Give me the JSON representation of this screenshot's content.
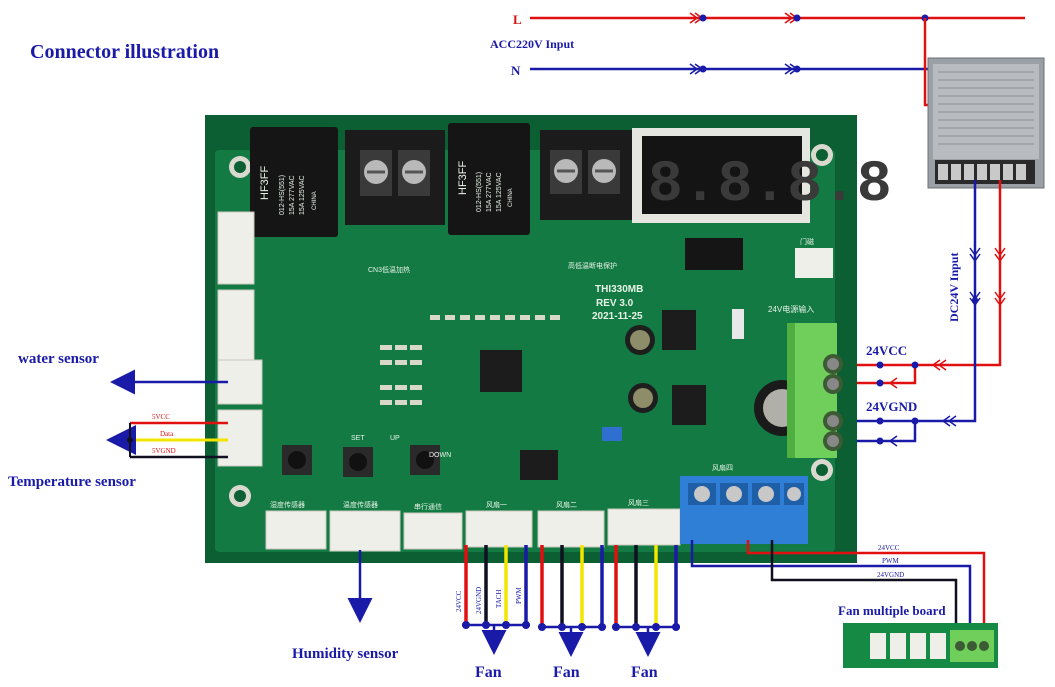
{
  "title": "Connector  illustration",
  "power_input": {
    "line_label": "L",
    "neutral_label": "N",
    "label": "ACC220V Input"
  },
  "dc_input_label": "DC24V Input",
  "terminal_labels": {
    "vcc": "24VCC",
    "gnd": "24VGND"
  },
  "sensors": {
    "water": "water sensor",
    "temperature": "Temperature sensor",
    "humidity": "Humidity sensor"
  },
  "temp_wires": {
    "vcc": "5VCC",
    "data": "Data",
    "gnd": "5VGND"
  },
  "fan_wires": {
    "vcc": "24VCC",
    "gnd": "24VGND",
    "tach": "TACH",
    "pwm": "PWM"
  },
  "fan_labels": [
    "Fan",
    "Fan",
    "Fan"
  ],
  "fan_board": {
    "label": "Fan multiple board",
    "wire_vcc": "24VCC",
    "wire_pwm": "PWM",
    "wire_gnd": "24VGND"
  },
  "pcb": {
    "model": "THI330MB",
    "rev": "REV 3.0",
    "date": "2021-11-25",
    "display": "8.8.8.8",
    "relay_brand": "HF3FF",
    "relay_spec_1": "012-HS(551)",
    "relay_spec_2": "15A 277VAC",
    "relay_spec_3": "15A 125VAC",
    "relay_country": "CHINA",
    "power_in_label": "24V电源输入",
    "heat_label": "CN3低温加热",
    "protect_label": "高低温断电保护",
    "door_label": "门磁",
    "fan_label": "风扇四",
    "btn_set": "SET",
    "btn_up": "UP",
    "btn_down": "DOWN",
    "conn_labels": [
      "湿度传感器",
      "温度传感器",
      "串行通信",
      "风扇一",
      "风扇二",
      "风扇三"
    ]
  },
  "colors": {
    "red": "#e01010",
    "blue": "#1a1aa8",
    "yellow": "#f2e600",
    "black": "#101020",
    "pcb": "#0f6b3a",
    "terminal_green": "#6fcf5a",
    "terminal_blue": "#2f7fd6"
  }
}
